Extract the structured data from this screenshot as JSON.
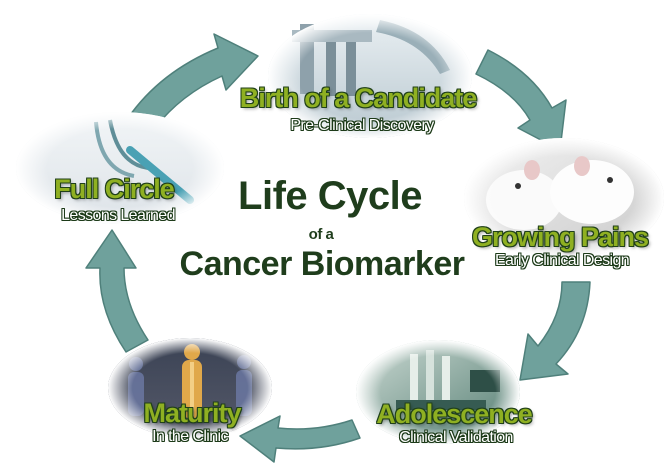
{
  "diagram": {
    "title": {
      "line1": "Life Cycle",
      "line2": "of a",
      "line3": "Cancer Biomarker"
    },
    "stages": [
      {
        "title": "Birth of a Candidate",
        "subtitle": "Pre-Clinical Discovery",
        "image": "lab-equipment-image"
      },
      {
        "title": "Growing Pains",
        "subtitle": "Early Clinical Design",
        "image": "lab-mice-image"
      },
      {
        "title": "Adolescence",
        "subtitle": "Clinical Validation",
        "image": "lab-robot-image"
      },
      {
        "title": "Maturity",
        "subtitle": "In the Clinic",
        "image": "body-scan-image"
      },
      {
        "title": "Full Circle",
        "subtitle": "Lessons Learned",
        "image": "stethoscope-image"
      }
    ],
    "colors": {
      "arrow": "#6fa19c",
      "title_text": "#1f3d1c",
      "stage_title_fill": "#8fb022",
      "stage_title_outline": "#20401a",
      "subtitle_fill": "#ffffff"
    }
  }
}
